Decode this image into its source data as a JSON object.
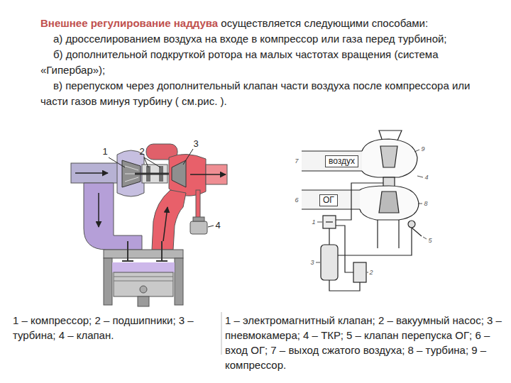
{
  "diagram": {
    "title": "Внешнее регулирование наддува",
    "nodes": [
      {
        "text": [
          "воздух"
        ]
      },
      {
        "text": [
          "ОГ"
        ]
      }
    ],
    "labels": [
      "осуществляется следующими способами:",
      "а) дросселированием воздуха на входе в компрессор или газа перед турбиной;",
      "б) дополнительной подкруткой ротора на малых частотах вращения (система «Гипербар»);",
      "в) перепуском через дополнительный клапан части воздуха после компрессора или части газов минуя турбину ( см.рис. ).",
      "1",
      "2",
      "3",
      "4",
      "7",
      "9",
      "4",
      "8",
      "5",
      "6",
      "1",
      "3",
      "2",
      "1 – компрессор; 2 – подшипники; 3 – турбина; 4 – клапан.",
      "1 – электромагнитный клапан; 2 – вакуумный насос; 3 – пневмокамера; 4 – ТКР; 5 – клапан перепуска ОГ; 6 – вход ОГ; 7 – выход сжатого воздуха; 8 – турбина; 9 – компрессор."
    ]
  }
}
